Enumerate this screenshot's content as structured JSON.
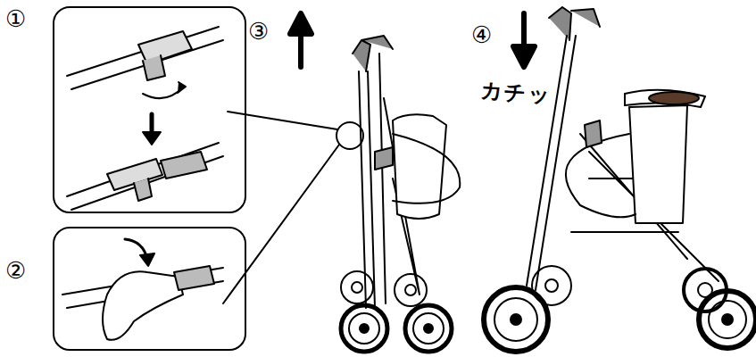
{
  "diagram": {
    "labels": [
      "①",
      "②",
      "③",
      "④",
      "カチッ"
    ]
  }
}
